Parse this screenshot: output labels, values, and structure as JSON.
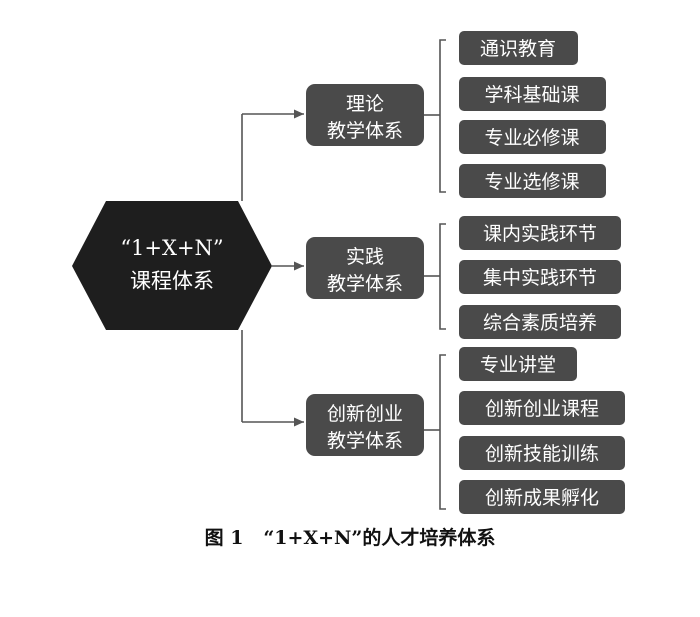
{
  "root": {
    "lines": [
      "“1+X+N”",
      "课程体系"
    ]
  },
  "groups": [
    {
      "lines": [
        "理论",
        "教学体系"
      ],
      "items": [
        "通识教育",
        "学科基础课",
        "专业必修课",
        "专业选修课"
      ]
    },
    {
      "lines": [
        "实践",
        "教学体系"
      ],
      "items": [
        "课内实践环节",
        "集中实践环节",
        "综合素质培养"
      ]
    },
    {
      "lines": [
        "创新创业",
        "教学体系"
      ],
      "items": [
        "专业讲堂",
        "创新创业课程",
        "创新技能训练",
        "创新成果孵化"
      ]
    }
  ],
  "caption": {
    "label": "图 1",
    "text": "“1+X+N”的人才培养体系"
  }
}
